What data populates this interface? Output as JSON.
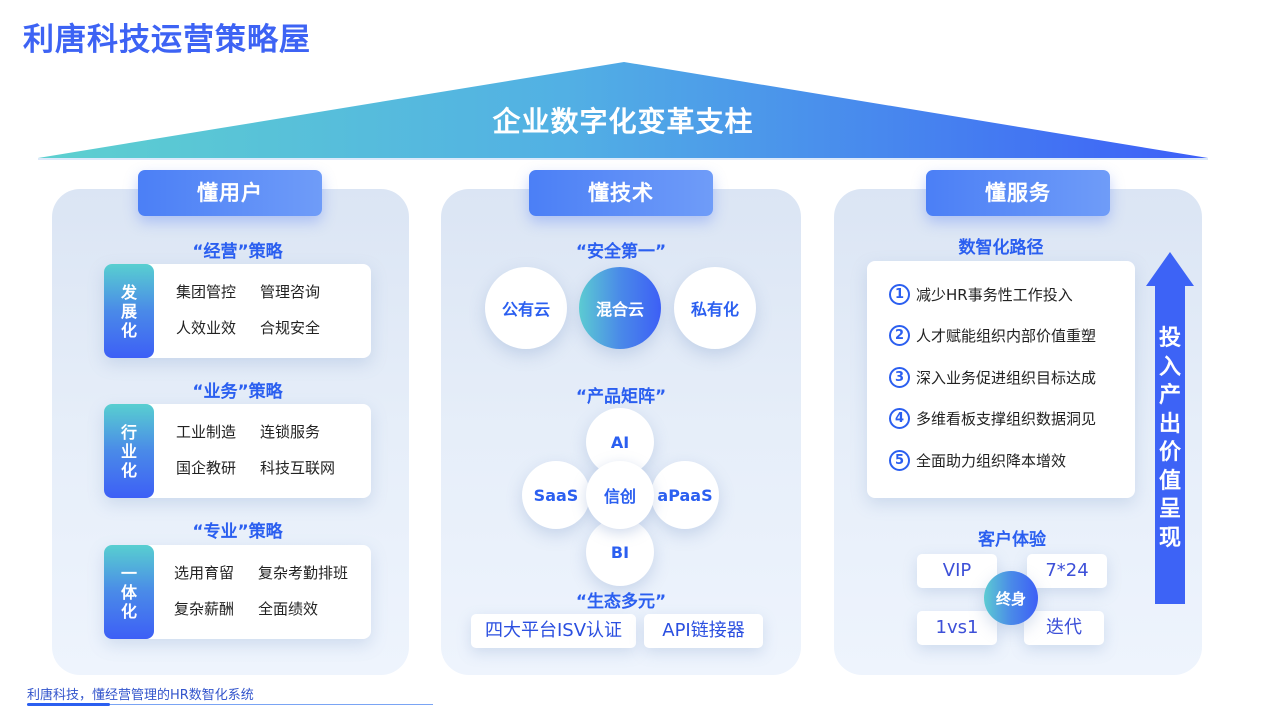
{
  "page_title": "利唐科技运营策略屋",
  "roof": {
    "title": "企业数字化变革支柱"
  },
  "colors": {
    "primary": "#3d63f4",
    "teal": "#5ccbd2",
    "heading_blue": "#2b5ff0",
    "pillar_bg": "#e3ebf7"
  },
  "pillars": {
    "users": {
      "tab": "懂用户",
      "strategies": [
        {
          "heading": "“经营”策略",
          "tag": [
            "发",
            "展",
            "化"
          ],
          "items": [
            "集团管控",
            "管理咨询",
            "人效业效",
            "合规安全"
          ]
        },
        {
          "heading": "“业务”策略",
          "tag": [
            "行",
            "业",
            "化"
          ],
          "items": [
            "工业制造",
            "连锁服务",
            "国企教研",
            "科技互联网"
          ]
        },
        {
          "heading": "“专业”策略",
          "tag": [
            "一",
            "体",
            "化"
          ],
          "items": [
            "选用育留",
            "复杂考勤排班",
            "复杂薪酬",
            "全面绩效"
          ]
        }
      ]
    },
    "tech": {
      "tab": "懂技术",
      "security": {
        "heading": "“安全第一”",
        "options": [
          "公有云",
          "混合云",
          "私有化"
        ]
      },
      "matrix": {
        "heading": "“产品矩阵”",
        "top": "AI",
        "left": "SaaS",
        "center": "信创",
        "right": "aPaaS",
        "bottom": "BI"
      },
      "ecosystem": {
        "heading": "“生态多元”",
        "items": [
          "四大平台ISV认证",
          "API链接器"
        ]
      }
    },
    "service": {
      "tab": "懂服务",
      "path": {
        "heading": "数智化路径",
        "items": [
          {
            "num": "1",
            "text": "减少HR事务性工作投入"
          },
          {
            "num": "2",
            "text": "人才赋能组织内部价值重塑"
          },
          {
            "num": "3",
            "text": "深入业务促进组织目标达成"
          },
          {
            "num": "4",
            "text": "多维看板支撑组织数据洞见"
          },
          {
            "num": "5",
            "text": "全面助力组织降本增效"
          }
        ]
      },
      "experience": {
        "heading": "客户体验",
        "center": "终身",
        "items": [
          "VIP",
          "7*24",
          "1vs1",
          "迭代"
        ]
      },
      "arrow": {
        "chars": [
          "投",
          "入",
          "产",
          "出",
          "价",
          "值",
          "呈",
          "现"
        ]
      }
    }
  },
  "footer": {
    "text": "利唐科技，懂经营管理的HR数智化系统"
  }
}
